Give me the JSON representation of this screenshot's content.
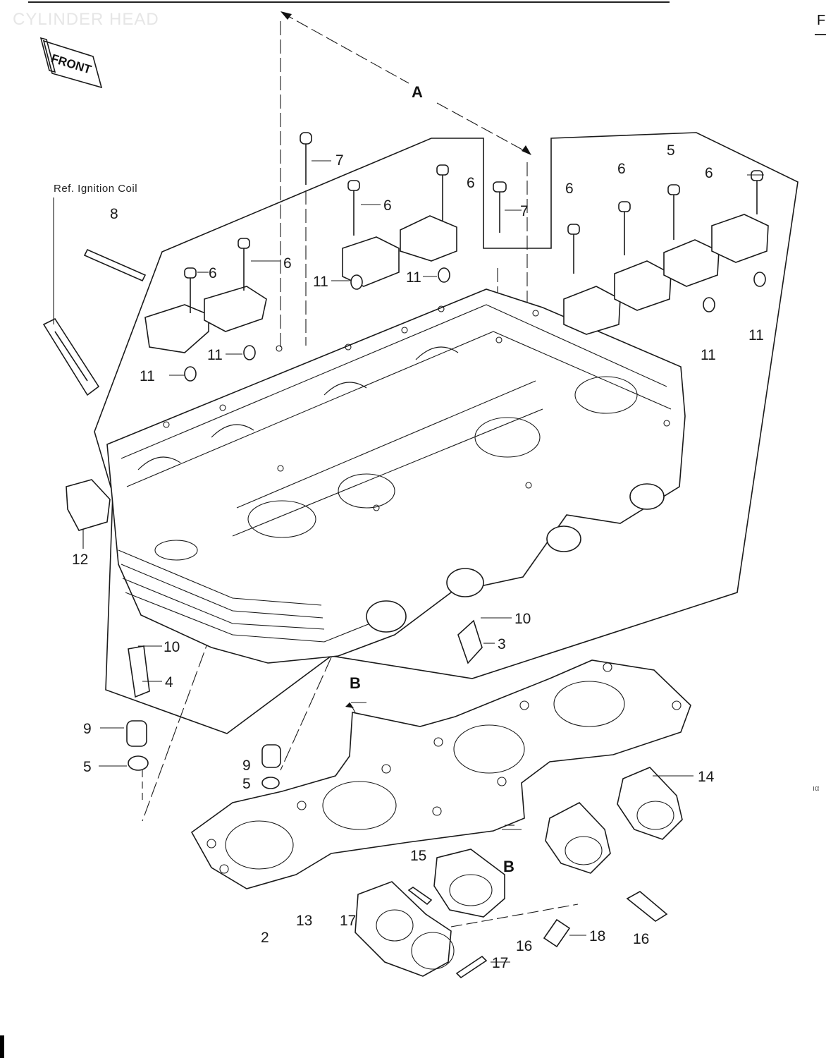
{
  "header": {
    "title": "CYLINDER HEAD",
    "corner_letter": "F"
  },
  "front_badge": {
    "label": "FRONT"
  },
  "reference_note": "Ref. Ignition Coil",
  "margin_mark": "ıα",
  "reference_letters": {
    "a": "A",
    "b_top": "B",
    "b_bottom": "B"
  },
  "callouts": {
    "c7_top": "7",
    "c7_center": "7",
    "c8": "8",
    "c5_top": "5",
    "c6_a": "6",
    "c6_b": "6",
    "c6_c": "6",
    "c6_d": "6",
    "c6_e": "6",
    "c6_f": "6",
    "c6_g": "6",
    "c11_a": "11",
    "c11_b": "11",
    "c11_c": "11",
    "c11_d": "11",
    "c11_e": "11",
    "c11_f": "11",
    "c12": "12",
    "c10_left": "10",
    "c10_right": "10",
    "c4": "4",
    "c3": "3",
    "c9_left": "9",
    "c5_left": "5",
    "c9_center": "9",
    "c5_center": "5",
    "c14": "14",
    "c15": "15",
    "c13": "13",
    "c17_a": "17",
    "c2": "2",
    "c16_a": "16",
    "c18": "18",
    "c17_b": "17",
    "c16_b": "16"
  }
}
